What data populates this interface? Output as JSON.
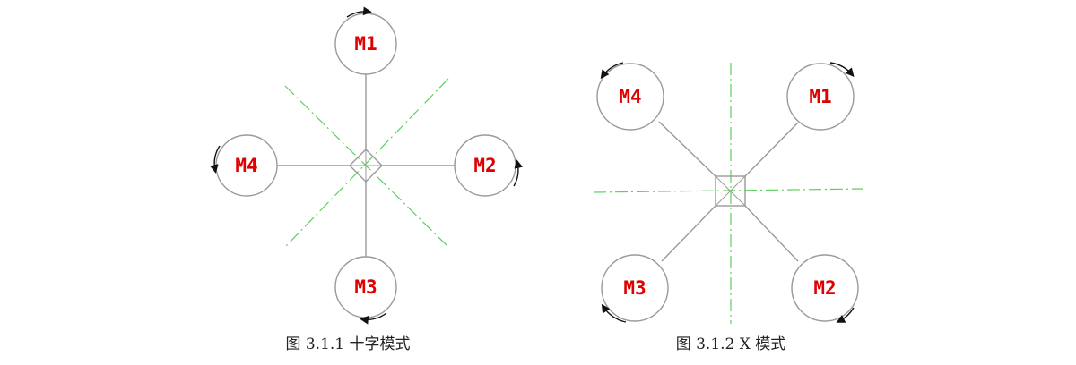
{
  "figures": [
    {
      "caption": "图 3.1.1  十字模式",
      "motors": [
        "M1",
        "M2",
        "M3",
        "M4"
      ]
    },
    {
      "caption": "图 3.1.2 X 模式",
      "motors": [
        "M1",
        "M2",
        "M3",
        "M4"
      ]
    }
  ],
  "colors": {
    "frame": "#9a9a9a",
    "guide": "#5ccf5c",
    "label": "#e00000",
    "arrow": "#111111"
  }
}
